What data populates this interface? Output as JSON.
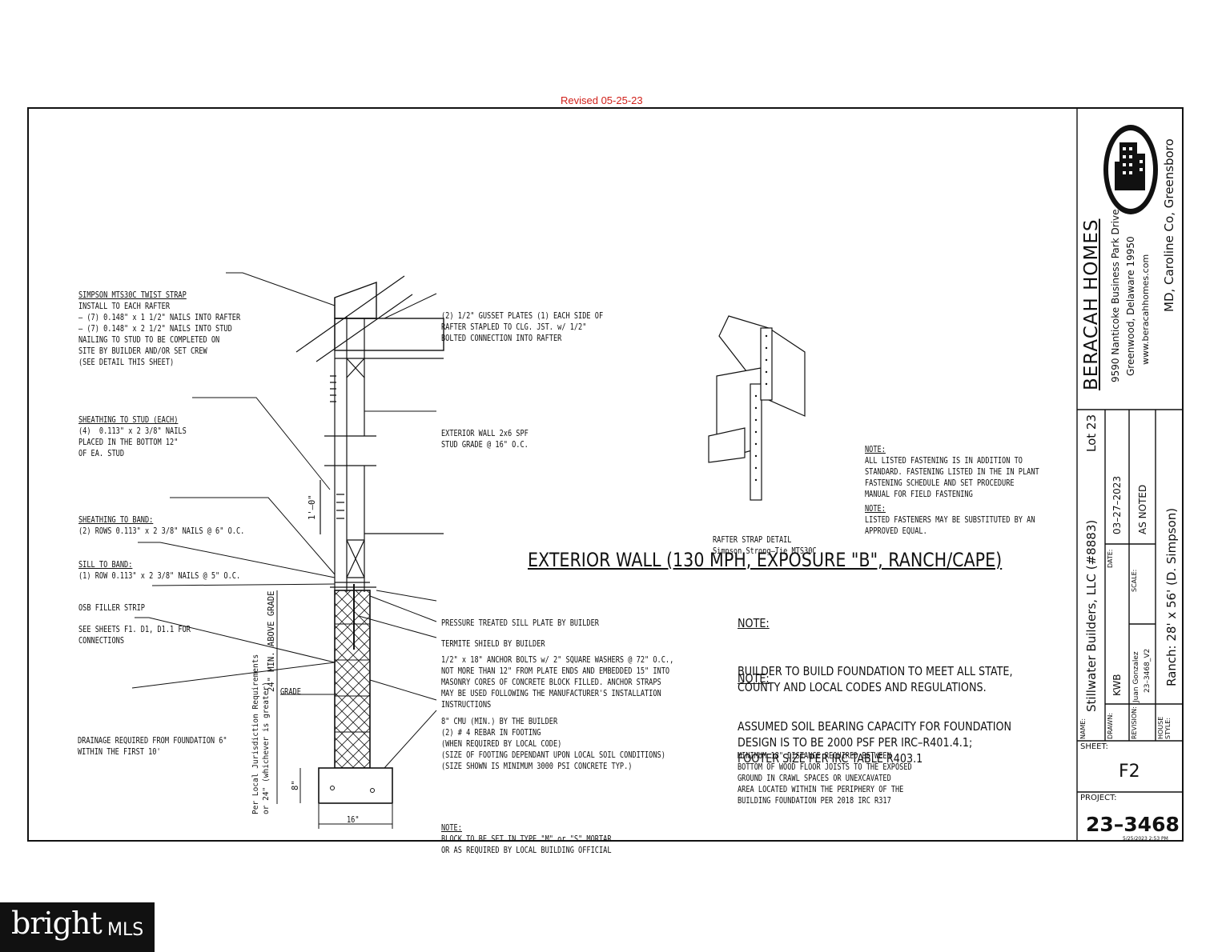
{
  "revised": "Revised 05-25-23",
  "callouts": {
    "twist_strap": [
      "SIMPSON MTS30C TWIST STRAP",
      "INSTALL TO EACH RAFTER",
      "– (7) 0.148\" x 1 1/2\" NAILS INTO RAFTER",
      "– (7) 0.148\" x 2 1/2\" NAILS INTO STUD",
      "NAILING TO STUD TO BE COMPLETED ON",
      "SITE BY BUILDER AND/OR SET CREW",
      "(SEE DETAIL THIS SHEET)"
    ],
    "gusset": [
      "(2) 1/2\" GUSSET PLATES (1) EACH SIDE OF",
      "RAFTER STAPLED TO CLG. JST. w/ 1/2\"",
      "BOLTED CONNECTION INTO RAFTER"
    ],
    "sheathing_stud": [
      "SHEATHING TO STUD (EACH)",
      "(4)  0.113\" x 2 3/8\" NAILS",
      "PLACED IN THE BOTTOM 12\"",
      "OF EA. STUD"
    ],
    "ext_wall": [
      "EXTERIOR WALL 2x6 SPF",
      "STUD GRADE @ 16\" O.C."
    ],
    "sheathing_band": [
      "SHEATHING TO BAND:",
      "(2) ROWS 0.113\" x 2 3/8\" NAILS @ 6\" O.C."
    ],
    "sill_band": [
      "SILL TO BAND:",
      "(1) ROW 0.113\" x 2 3/8\" NAILS @ 5\" O.C."
    ],
    "osb": [
      "OSB FILLER STRIP"
    ],
    "see_sheets": [
      "SEE SHEETS F1. D1, D1.1 FOR",
      "CONNECTIONS"
    ],
    "pt_sill": [
      "PRESSURE TREATED SILL PLATE BY BUILDER"
    ],
    "termite": [
      "TERMITE SHIELD BY BUILDER"
    ],
    "anchor": [
      "1/2\" x 18\" ANCHOR BOLTS w/ 2\" SQUARE WASHERS @ 72\" O.C.,",
      "NOT MORE THAN 12\" FROM PLATE ENDS AND EMBEDDED 15\" INTO",
      "MASONRY CORES OF CONCRETE BLOCK FILLED. ANCHOR STRAPS",
      "MAY BE USED FOLLOWING THE MANUFACTURER'S INSTALLATION",
      "INSTRUCTIONS"
    ],
    "cmu": [
      "8\" CMU (MIN.) BY THE BUILDER",
      "(2) # 4 REBAR IN FOOTING",
      "(WHEN REQUIRED BY LOCAL CODE)",
      "(SIZE OF FOOTING DEPENDANT UPON LOCAL SOIL CONDITIONS)",
      "(SIZE SHOWN IS MINIMUM 3000 PSI CONCRETE TYP.)"
    ],
    "drainage": [
      "DRAINAGE REQUIRED FROM FOUNDATION 6\"",
      "WITHIN THE FIRST 10'"
    ],
    "grade": "GRADE",
    "min_above_grade": "24\" MIN. ABOVE GRADE",
    "jurisdiction": [
      "Per Local Jurisdiction Requirements",
      "or 24\" (whichever is greater)"
    ],
    "one_foot": "1'–0\"",
    "eight": "8\"",
    "sixteen": "16\"",
    "block_note": [
      "NOTE:",
      "BLOCK TO BE SET IN TYPE \"M\" or \"S\" MORTAR",
      "OR AS REQUIRED BY LOCAL BUILDING OFFICIAL"
    ]
  },
  "rafter_detail": [
    "RAFTER STRAP DETAIL",
    "Simpson Strong–Tie MTS30C"
  ],
  "fastening_notes": {
    "note1": [
      "NOTE:",
      "ALL LISTED FASTENING IS IN ADDITION TO",
      "STANDARD. FASTENING LISTED IN THE IN PLANT",
      "FASTENING SCHEDULE AND SET PROCEDURE",
      "MANUAL FOR FIELD FASTENING"
    ],
    "note2": [
      "NOTE:",
      "LISTED FASTENERS MAY BE SUBSTITUTED BY AN",
      "APPROVED EQUAL."
    ]
  },
  "title": "EXTERIOR WALL (130 MPH, EXPOSURE \"B\", RANCH/CAPE)",
  "notes_large": {
    "n1_head": "NOTE:",
    "n1": [
      "BUILDER TO BUILD FOUNDATION TO MEET ALL STATE,",
      "COUNTY AND LOCAL CODES AND REGULATIONS."
    ],
    "n2_head": "NOTE:",
    "n2": [
      "ASSUMED SOIL BEARING CAPACITY FOR FOUNDATION",
      "DESIGN IS TO BE 2000 PSF PER IRC–R401.4.1;",
      "FOOTER SIZE PER IRC TABLE R403.1"
    ]
  },
  "crawl_note": [
    "MINIMUM 18\" DISTANCE REQUIRED BETWEEN",
    "BOTTOM OF WOOD FLOOR JOISTS TO THE EXPOSED",
    "GROUND IN CRAWL SPACES OR UNEXCAVATED",
    "AREA LOCATED WITHIN THE PERIPHERY OF THE",
    "BUILDING FOUNDATION PER 2018 IRC R317"
  ],
  "title_block": {
    "company": "BERACAH HOMES",
    "address1": "9590 Nanticoke Business Park Drive",
    "address2": "Greenwood, Delaware 19950",
    "website": "www.beracahhomes.com",
    "location": "MD, Caroline Co, Greensboro",
    "name_label": "NAME:",
    "name": "Stillwater Builders, LLC (#8883)",
    "lot": "Lot 23",
    "drawn_label": "DRAWN:",
    "drawn": "KWB",
    "date_label": "DATE:",
    "date": "03–27–2023",
    "revision_label": "REVISION:",
    "revision": "Juan Gonzalez",
    "revision2": "23–3468_V2",
    "scale_label": "SCALE:",
    "scale": "AS NOTED",
    "house_style_label": "HOUSE STYLE:",
    "house_style": "Ranch: 28' x 56' (D. Simpson)",
    "sheet_label": "SHEET:",
    "sheet": "F2",
    "project_label": "PROJECT:",
    "project": "23–3468",
    "timestamp": "5/25/2023 2:53 PM"
  },
  "watermark": {
    "brand": "bright",
    "suffix": "MLS"
  }
}
